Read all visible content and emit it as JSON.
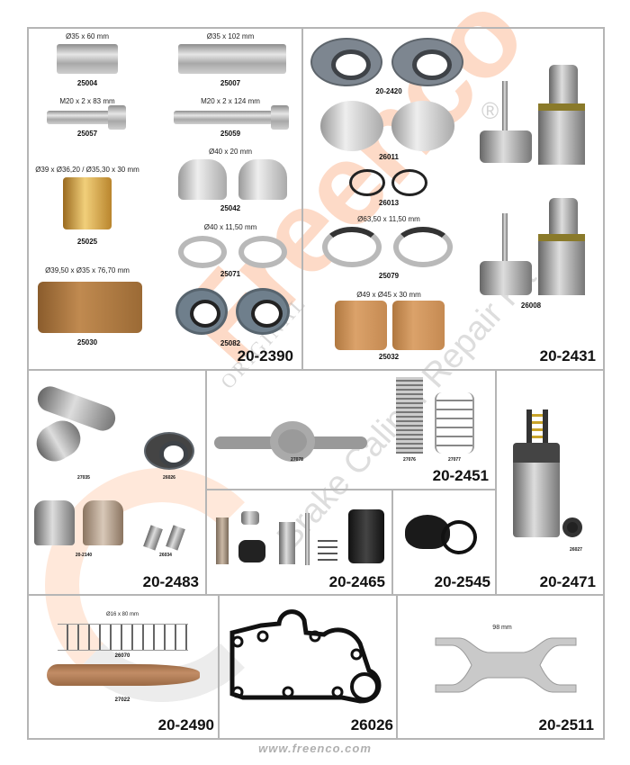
{
  "watermark": {
    "brand": "Freenco",
    "registered": "®",
    "tagline": "Brake Caliper Repair Kit",
    "original": "ORIGINAL"
  },
  "kits": {
    "k2390": {
      "title": "20-2390",
      "items": [
        {
          "dim": "Ø35 x 60 mm",
          "code": "25004"
        },
        {
          "dim": "Ø35 x 102 mm",
          "code": "25007"
        },
        {
          "dim": "M20 x 2 x 83 mm",
          "code": "25057"
        },
        {
          "dim": "M20 x 2 x 124 mm",
          "code": "25059"
        },
        {
          "dim": "Ø40 x 20 mm",
          "code": "25042"
        },
        {
          "dim": "Ø39 x Ø36,20 / Ø35,30 x 30 mm",
          "code": "25025"
        },
        {
          "dim": "Ø40 x 11,50 mm",
          "code": "25071"
        },
        {
          "dim": "Ø39,50 x Ø35 x 76,70 mm",
          "code": "25030"
        },
        {
          "dim": "",
          "code": "25082"
        }
      ]
    },
    "k2431": {
      "title": "20-2431",
      "items": [
        {
          "code": "20-2420"
        },
        {
          "code": "26011"
        },
        {
          "code": "26013"
        },
        {
          "dim": "Ø63,50 x 11,50 mm",
          "code": "25079"
        },
        {
          "dim": "Ø49 x Ø45 x 30 mm",
          "code": "25032"
        },
        {
          "code": "26008"
        }
      ]
    },
    "k2483": {
      "title": "20-2483",
      "items": [
        {
          "code": "27035"
        },
        {
          "code": "26026"
        },
        {
          "code": "20-2140"
        },
        {
          "code": "26034"
        }
      ]
    },
    "k2451": {
      "title": "20-2451",
      "items": [
        {
          "code": "27078"
        },
        {
          "code": "27076"
        },
        {
          "code": "27077"
        }
      ]
    },
    "k2465": {
      "title": "20-2465"
    },
    "k2545": {
      "title": "20-2545"
    },
    "k2471": {
      "title": "20-2471",
      "items": [
        {
          "code": "26027"
        }
      ]
    },
    "k2490": {
      "title": "20-2490",
      "items": [
        {
          "dim": "Ø16 x 80 mm",
          "code": "26070"
        },
        {
          "code": "27022"
        }
      ]
    },
    "k26026": {
      "title": "26026"
    },
    "k2511": {
      "title": "20-2511",
      "items": [
        {
          "dim": "98 mm"
        }
      ]
    }
  },
  "footer": {
    "url": "www.freenco.com"
  }
}
